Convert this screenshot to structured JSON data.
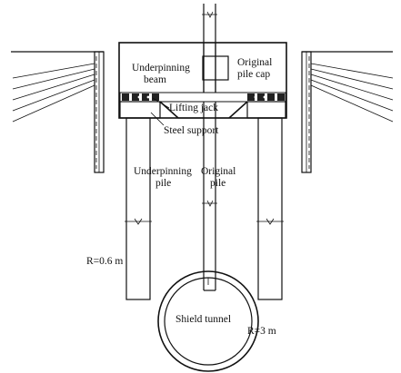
{
  "labels": {
    "underpinning_beam_line1": "Underpinning",
    "underpinning_beam_line2": "beam",
    "original_pile_cap_line1": "Original",
    "original_pile_cap_line2": "pile cap",
    "lifting_jack": "Lifting jack",
    "steel_support": "Steel support",
    "underpinning_pile_line1": "Underpinning",
    "underpinning_pile_line2": "pile",
    "original_pile_line1": "Original",
    "original_pile_line2": "pile",
    "pile_radius": "R=0.6 m",
    "shield_tunnel": "Shield tunnel",
    "tunnel_radius": "R=3 m"
  }
}
